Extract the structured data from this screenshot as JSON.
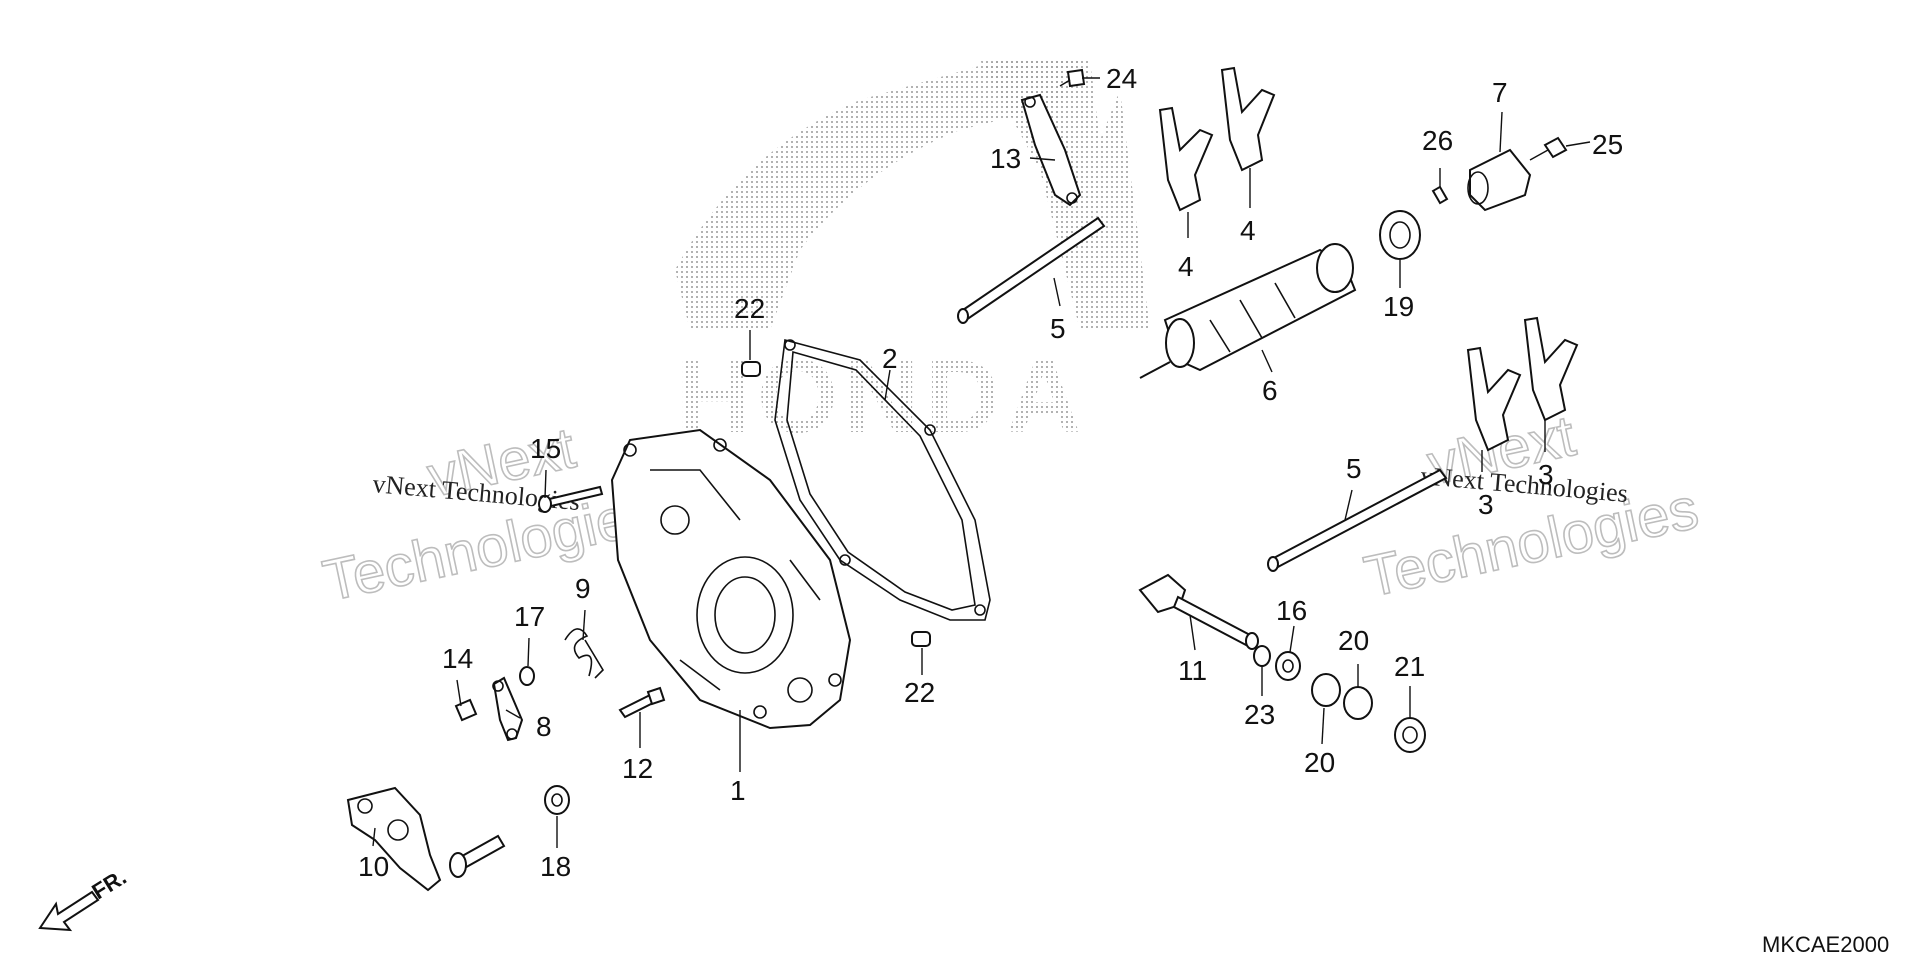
{
  "diagram": {
    "code": "MKCAE2000",
    "direction_label": "FR.",
    "brand_logo_text": "HONDA",
    "watermark": {
      "small": "vNext Technologies",
      "big_line1": "vNext",
      "big_line2": "Technologies"
    },
    "callouts": [
      {
        "id": "c1",
        "label": "1"
      },
      {
        "id": "c2",
        "label": "2"
      },
      {
        "id": "c3a",
        "label": "3"
      },
      {
        "id": "c3b",
        "label": "3"
      },
      {
        "id": "c4a",
        "label": "4"
      },
      {
        "id": "c4b",
        "label": "4"
      },
      {
        "id": "c5a",
        "label": "5"
      },
      {
        "id": "c5b",
        "label": "5"
      },
      {
        "id": "c6",
        "label": "6"
      },
      {
        "id": "c7",
        "label": "7"
      },
      {
        "id": "c8",
        "label": "8"
      },
      {
        "id": "c9",
        "label": "9"
      },
      {
        "id": "c10",
        "label": "10"
      },
      {
        "id": "c11",
        "label": "11"
      },
      {
        "id": "c12",
        "label": "12"
      },
      {
        "id": "c13",
        "label": "13"
      },
      {
        "id": "c14",
        "label": "14"
      },
      {
        "id": "c15",
        "label": "15"
      },
      {
        "id": "c16",
        "label": "16"
      },
      {
        "id": "c17",
        "label": "17"
      },
      {
        "id": "c18",
        "label": "18"
      },
      {
        "id": "c19",
        "label": "19"
      },
      {
        "id": "c20a",
        "label": "20"
      },
      {
        "id": "c20b",
        "label": "20"
      },
      {
        "id": "c21",
        "label": "21"
      },
      {
        "id": "c22a",
        "label": "22"
      },
      {
        "id": "c22b",
        "label": "22"
      },
      {
        "id": "c23",
        "label": "23"
      },
      {
        "id": "c24",
        "label": "24"
      },
      {
        "id": "c25",
        "label": "25"
      },
      {
        "id": "c26",
        "label": "26"
      }
    ]
  }
}
